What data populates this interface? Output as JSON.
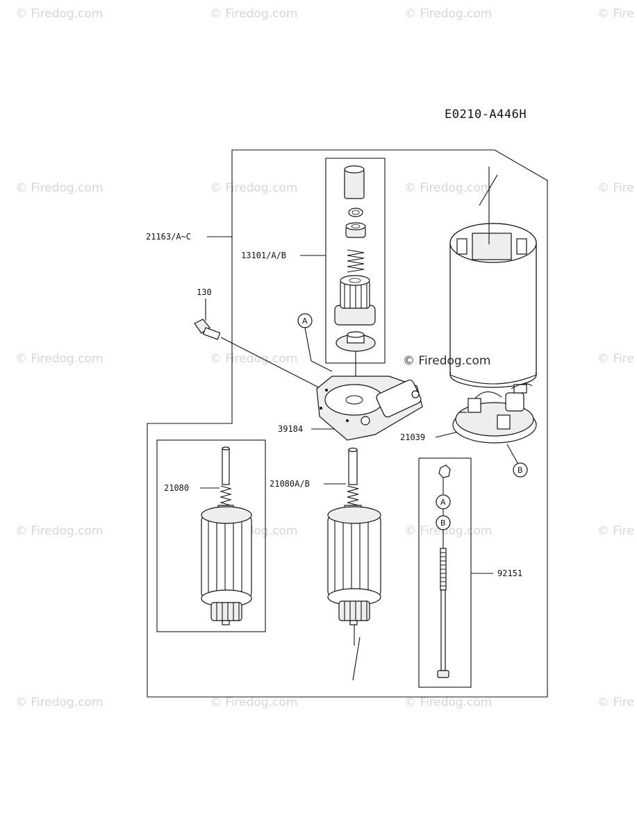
{
  "diagram": {
    "code": "E0210-A446H",
    "watermark": "© Firedog.com",
    "watermark_partial": "© Fire",
    "center_watermark": "© Firedog.com",
    "labels": {
      "p21163": "21163/A~C",
      "p13101": "13101/A/B",
      "p130": "130",
      "p39184": "39184",
      "p21039": "21039",
      "p21080": "21080",
      "p21080ab": "21080A/B",
      "p92151": "92151"
    },
    "callouts": {
      "a": "A",
      "b": "B"
    }
  }
}
